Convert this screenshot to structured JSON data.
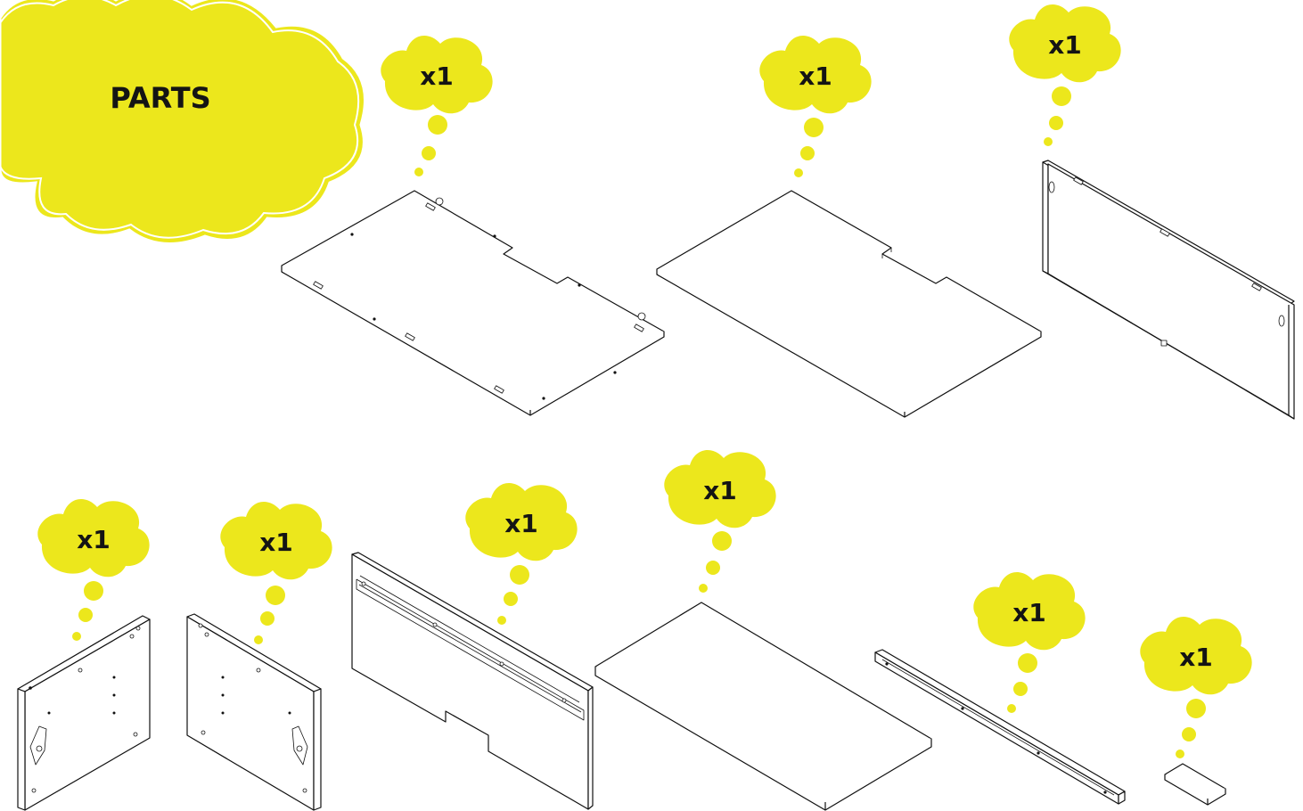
{
  "title": "PARTS",
  "colors": {
    "accent": "#ECE71C",
    "ink": "#111111"
  },
  "parts": [
    {
      "id": "top-panel-drilled",
      "quantity": "x1"
    },
    {
      "id": "top-panel-plain",
      "quantity": "x1"
    },
    {
      "id": "back-panel",
      "quantity": "x1"
    },
    {
      "id": "side-panel-left",
      "quantity": "x1"
    },
    {
      "id": "side-panel-right",
      "quantity": "x1"
    },
    {
      "id": "front-rail-panel",
      "quantity": "x1"
    },
    {
      "id": "shelf-panel",
      "quantity": "x1"
    },
    {
      "id": "rail-bar",
      "quantity": "x1"
    },
    {
      "id": "small-block",
      "quantity": "x1"
    }
  ]
}
